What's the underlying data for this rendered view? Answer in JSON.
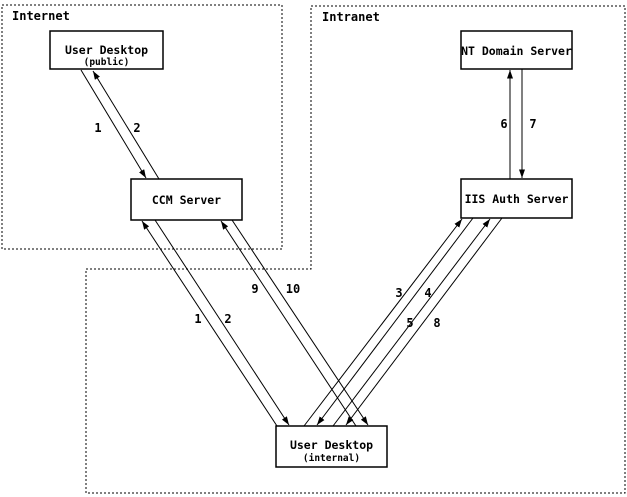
{
  "diagram": {
    "background": "#ffffff",
    "line_color": "#000000",
    "regions": {
      "internet": {
        "label": "Internet"
      },
      "intranet": {
        "label": "Intranet"
      }
    },
    "nodes": {
      "user_desktop_public": {
        "title": "User Desktop",
        "subtitle": "(public)"
      },
      "nt_domain_server": {
        "title": "NT Domain Server"
      },
      "ccm_server": {
        "title": "CCM Server"
      },
      "iis_auth_server": {
        "title": "IIS Auth Server"
      },
      "user_desktop_internal": {
        "title": "User Desktop",
        "subtitle": "(internal)"
      }
    },
    "flows": [
      {
        "label": "1",
        "from": "User Desktop (public)",
        "to": "CCM Server"
      },
      {
        "label": "2",
        "from": "CCM Server",
        "to": "User Desktop (public)"
      },
      {
        "label": "1",
        "from": "User Desktop (internal)",
        "to": "CCM Server"
      },
      {
        "label": "2",
        "from": "CCM Server",
        "to": "User Desktop (internal)"
      },
      {
        "label": "3",
        "from": "User Desktop (internal)",
        "to": "IIS Auth Server"
      },
      {
        "label": "4",
        "from": "IIS Auth Server",
        "to": "User Desktop (internal)"
      },
      {
        "label": "5",
        "from": "User Desktop (internal)",
        "to": "IIS Auth Server"
      },
      {
        "label": "6",
        "from": "IIS Auth Server",
        "to": "NT Domain Server"
      },
      {
        "label": "7",
        "from": "NT Domain Server",
        "to": "IIS Auth Server"
      },
      {
        "label": "8",
        "from": "IIS Auth Server",
        "to": "User Desktop (internal)"
      },
      {
        "label": "9",
        "from": "User Desktop (internal)",
        "to": "CCM Server"
      },
      {
        "label": "10",
        "from": "CCM Server",
        "to": "User Desktop (internal)"
      }
    ]
  }
}
